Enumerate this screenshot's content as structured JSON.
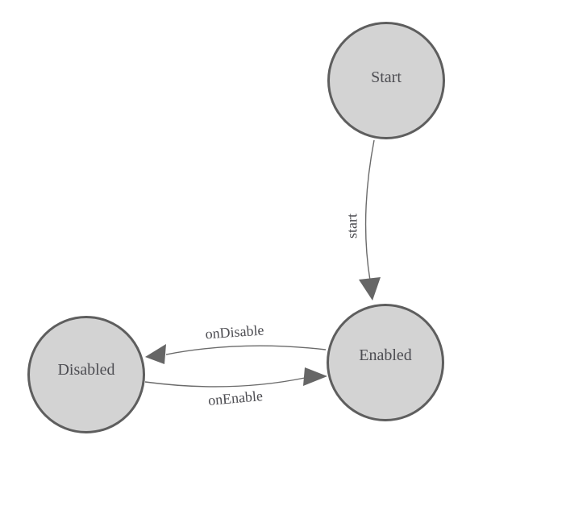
{
  "diagram": {
    "type": "state-machine",
    "background_color": "#ffffff",
    "node_fill_color": "#d3d3d3",
    "node_border_color": "#5e5e5e",
    "edge_color": "#6a6a6a",
    "arrowhead_color": "#666666",
    "text_color": "#4d4d52",
    "nodes": [
      {
        "id": "start",
        "label": "Start"
      },
      {
        "id": "enabled",
        "label": "Enabled"
      },
      {
        "id": "disabled",
        "label": "Disabled"
      }
    ],
    "edges": [
      {
        "from": "Start",
        "to": "Enabled",
        "label": "start"
      },
      {
        "from": "Enabled",
        "to": "Disabled",
        "label": "onDisable"
      },
      {
        "from": "Disabled",
        "to": "Enabled",
        "label": "onEnable"
      }
    ]
  }
}
